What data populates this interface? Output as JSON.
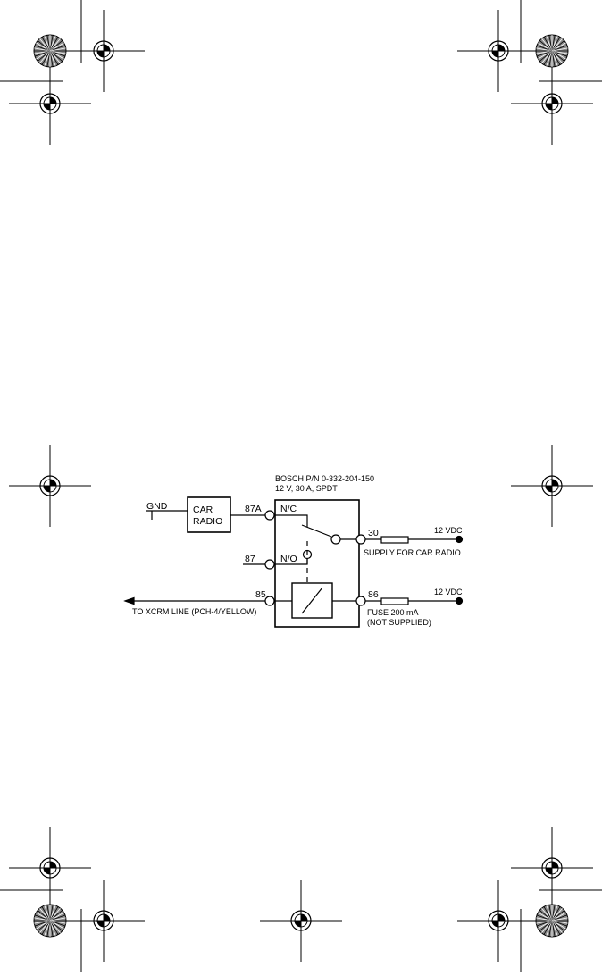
{
  "relay": {
    "part_number": "BOSCH P/N 0-332-204-150",
    "rating": "12 V, 30 A, SPDT",
    "contact_nc": "N/C",
    "contact_no": "N/O"
  },
  "left_side": {
    "gnd": "GND",
    "car_radio_line1": "CAR",
    "car_radio_line2": "RADIO",
    "pin_87a": "87A",
    "pin_87": "87",
    "pin_85": "85",
    "xcrm_note": "TO XCRM LINE (PCH-4/YELLOW)"
  },
  "right_side": {
    "pin_30": "30",
    "pin_86": "86",
    "supply_top": "12 VDC",
    "supply_bottom": "12 VDC",
    "supply_note": "SUPPLY FOR CAR RADIO",
    "fuse_note_line1": "FUSE 200 mA",
    "fuse_note_line2": "(NOT SUPPLIED)"
  },
  "colors": {
    "ink": "#000000",
    "registration_fill": "#8a8a8a"
  }
}
